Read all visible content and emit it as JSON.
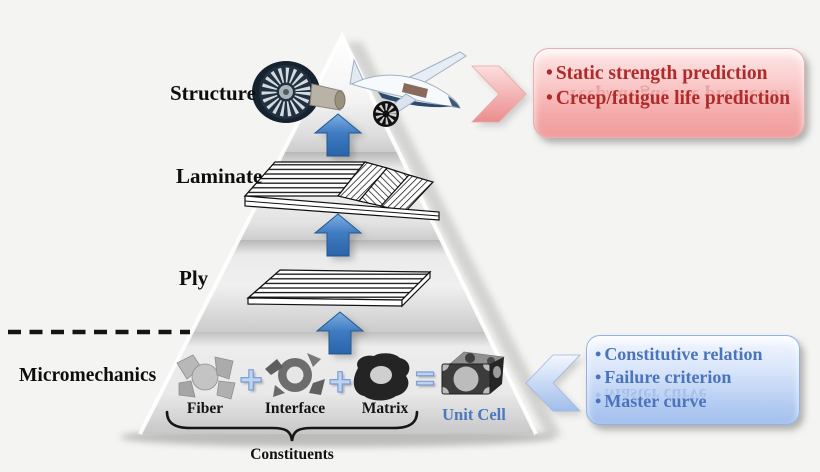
{
  "pyramid": {
    "levels": [
      {
        "id": "structure",
        "label": "Structure"
      },
      {
        "id": "laminate",
        "label": "Laminate"
      },
      {
        "id": "ply",
        "label": "Ply"
      },
      {
        "id": "micromechanics",
        "label": "Micromechanics"
      }
    ]
  },
  "micromechanics_row": {
    "operands": [
      {
        "label": "Fiber"
      },
      {
        "label": "Interface"
      },
      {
        "label": "Matrix"
      }
    ],
    "plus_sign": "+",
    "equals_sign": "=",
    "result_label": "Unit Cell",
    "group_label": "Constituents"
  },
  "callouts": {
    "structure": {
      "bullet_char": "•",
      "items": [
        "Static strength prediction",
        "Creep/fatigue life prediction"
      ],
      "text_color": "#b02a2a",
      "box_color": "#f5abab"
    },
    "micromechanics": {
      "bullet_char": "•",
      "items": [
        "Constitutive relation",
        "Failure criterion",
        "Master curve"
      ],
      "text_color": "#4a74bc",
      "box_color": "#aec8f1"
    }
  },
  "colors": {
    "background": "#f4f4f2",
    "pyramid_gray": "#e8e8e8",
    "up_arrow_blue": "#3c78bd",
    "chevron_pink": "#ee8f8f",
    "chevron_blue": "#a9c4ec",
    "unit_cell_label_blue": "#4a78c0",
    "plus_equals_blue": "#bed3f3"
  }
}
